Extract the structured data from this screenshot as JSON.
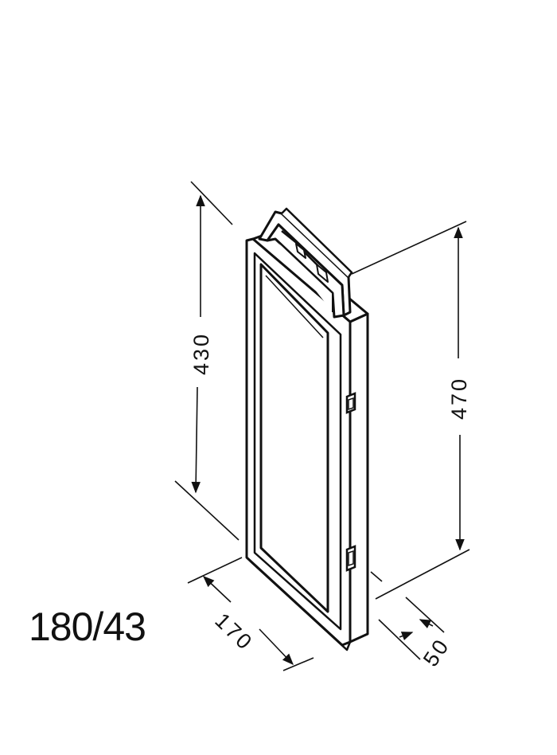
{
  "diagram": {
    "model_label": "180/43",
    "dimensions": {
      "height_front": "430",
      "height_back": "470",
      "width": "170",
      "depth": "50"
    }
  }
}
